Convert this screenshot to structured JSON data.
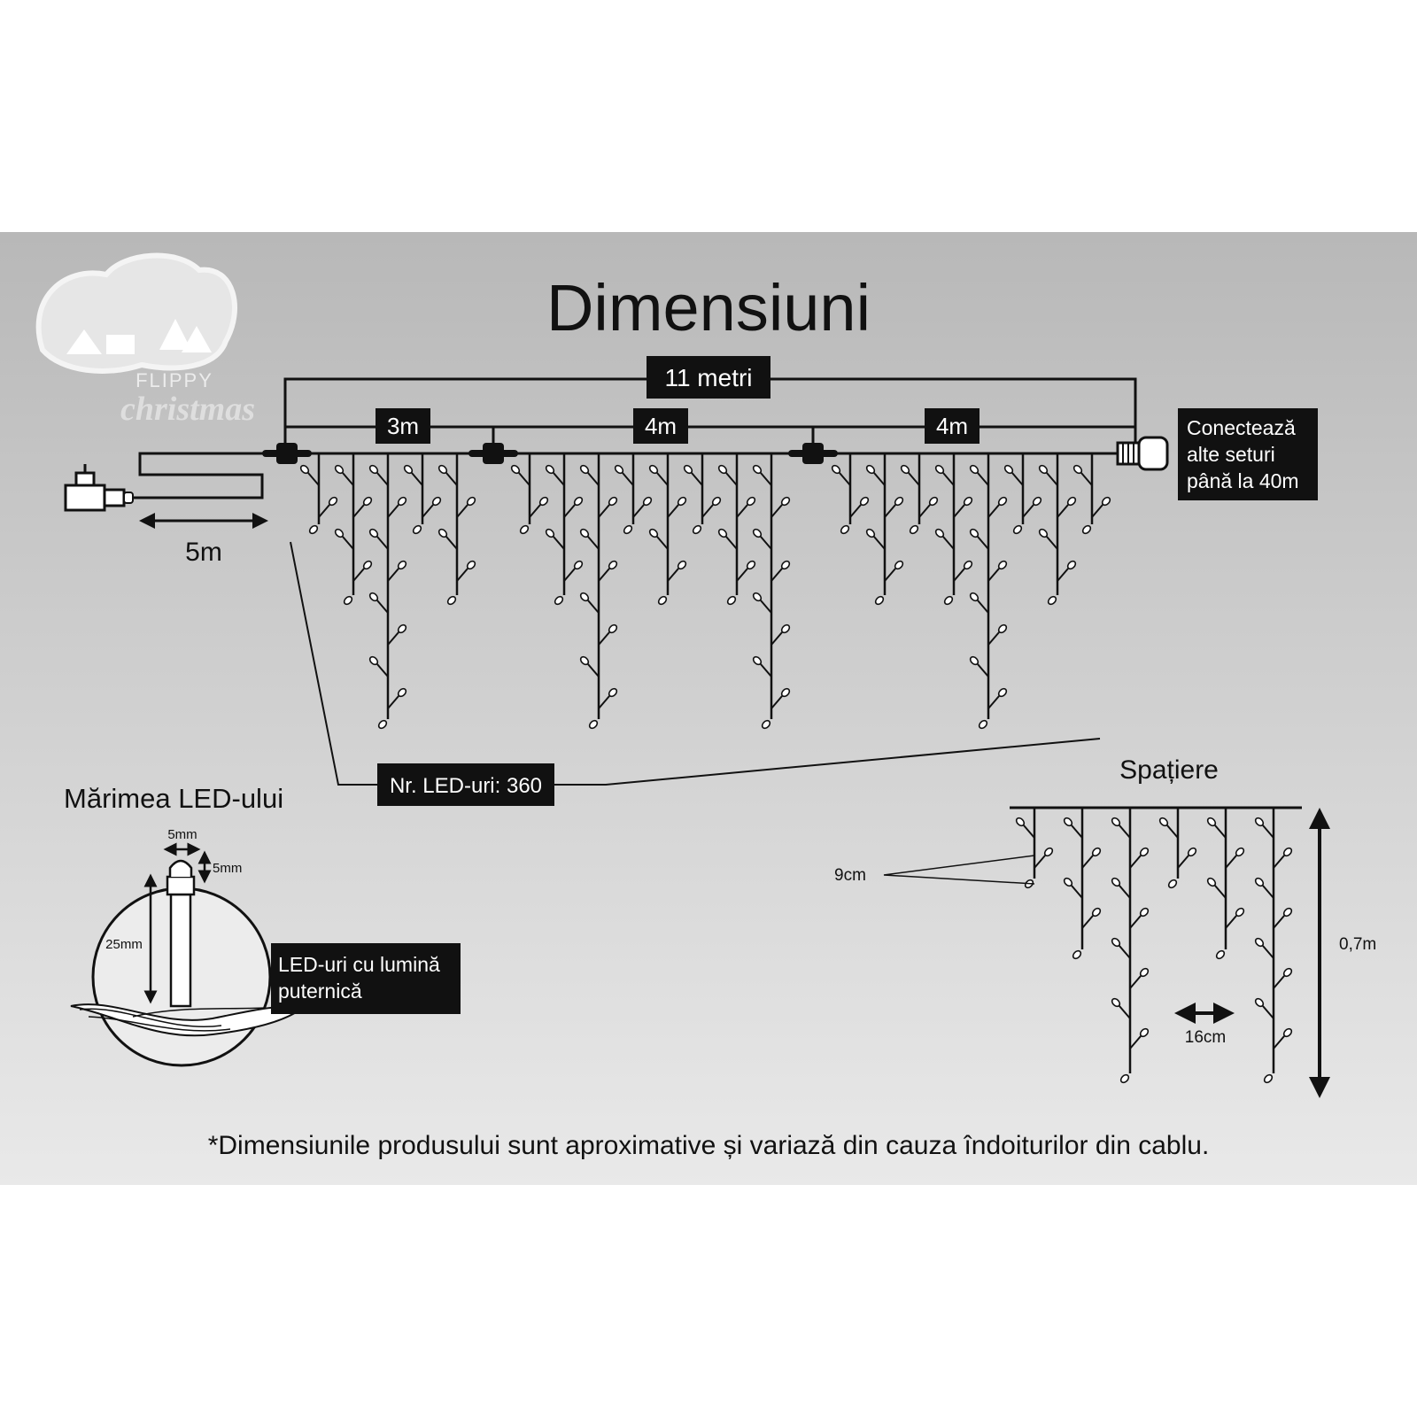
{
  "logo": {
    "line1": "FLIPPY",
    "line2": "christmas"
  },
  "title": "Dimensiuni",
  "total_length": "11 metri",
  "segments": [
    "3m",
    "4m",
    "4m"
  ],
  "lead_cable": "5m",
  "connect_note": [
    "Conectează",
    "alte seturi",
    "până la 40m"
  ],
  "led_count": "Nr. LED-uri: 360",
  "led_size": {
    "title": "Mărimea LED-ului",
    "width": "5mm",
    "height": "5mm",
    "length": "25mm",
    "feature": [
      "LED-uri cu lumină",
      "puternică"
    ]
  },
  "spacing": {
    "title": "Spațiere",
    "vertical": "9cm",
    "horizontal": "16cm",
    "drop": "0,7m"
  },
  "footnote": "*Dimensiunile produsului sunt aproximative și variază din cauza îndoiturilor din cablu.",
  "colors": {
    "ink": "#111111",
    "label_bg": "#111111",
    "led": "#ffffff"
  }
}
